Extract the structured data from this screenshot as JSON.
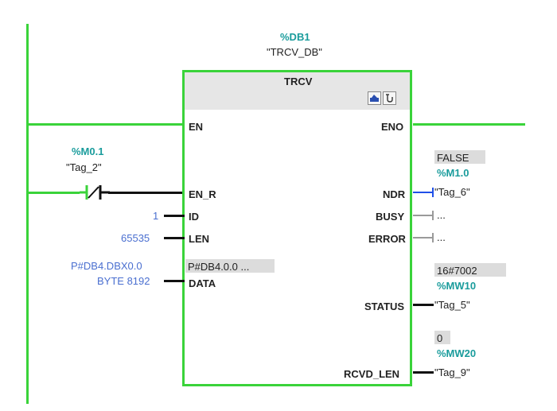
{
  "instance": {
    "address": "%DB1",
    "name": "\"TRCV_DB\""
  },
  "block": {
    "title": "TRCV",
    "icons": [
      "online-monitor-icon",
      "block-properties-icon"
    ],
    "inputs": {
      "en": "EN",
      "en_r": "EN_R",
      "id": "ID",
      "len": "LEN",
      "data": "DATA"
    },
    "outputs": {
      "eno": "ENO",
      "ndr": "NDR",
      "busy": "BUSY",
      "error": "ERROR",
      "status": "STATUS",
      "rcvd_len": "RCVD_LEN"
    },
    "data_value": "P#DB4.0.0 ..."
  },
  "contact": {
    "address": "%M0.1",
    "name": "\"Tag_2\""
  },
  "params": {
    "id": "1",
    "len": "65535",
    "data_line1": "P#DB4.DBX0.0",
    "data_line2": "BYTE 8192"
  },
  "ndr": {
    "value": "FALSE",
    "address": "%M1.0",
    "name": "\"Tag_6\""
  },
  "busy": {
    "name": "..."
  },
  "error": {
    "name": "..."
  },
  "status": {
    "value": "16#7002",
    "address": "%MW10",
    "name": "\"Tag_5\""
  },
  "rcvd_len": {
    "value": "0",
    "address": "%MW20",
    "name": "\"Tag_9\""
  },
  "colors": {
    "powerflow": "#3ad33a",
    "teal": "#1a9c9c",
    "param_blue": "#4a6fd0",
    "ndr_wire": "#2050e8"
  }
}
